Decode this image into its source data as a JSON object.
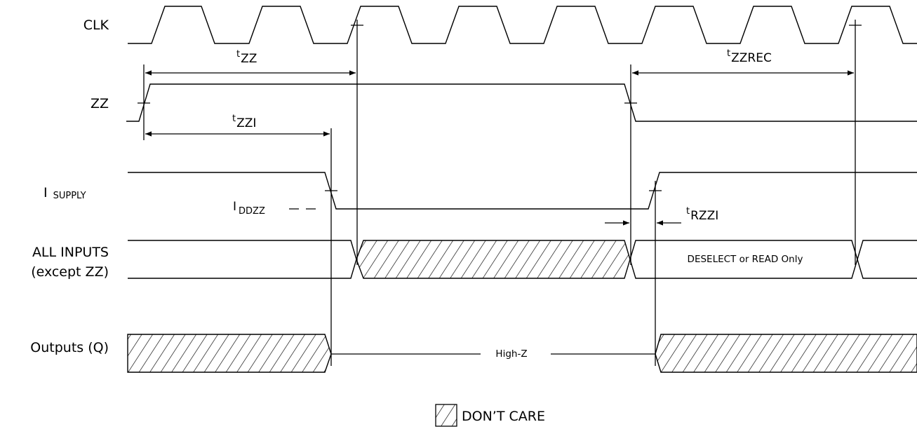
{
  "signals": {
    "clk": "CLK",
    "zz": "ZZ",
    "supply_main": "I",
    "supply_sub": "SUPPLY",
    "inputs_line1": "ALL INPUTS",
    "inputs_line2": "(except ZZ)",
    "outputs": "Outputs (Q)"
  },
  "timing": {
    "tzz_t": "t",
    "tzz_sub": "ZZ",
    "tzzrec_t": "t",
    "tzzrec_sub": "ZZREC",
    "tzzi_t": "t",
    "tzzi_sub": "ZZI",
    "trzzi_t": "t",
    "trzzi_sub": "RZZI"
  },
  "levels": {
    "iddzz_main": "I",
    "iddzz_sub": "DDZZ"
  },
  "annotations": {
    "deselect": "DESELECT or READ Only",
    "highz": "High-Z"
  },
  "legend": {
    "dont_care": "DON’T CARE"
  },
  "colors": {
    "ink": "#000000",
    "background": "#ffffff"
  }
}
